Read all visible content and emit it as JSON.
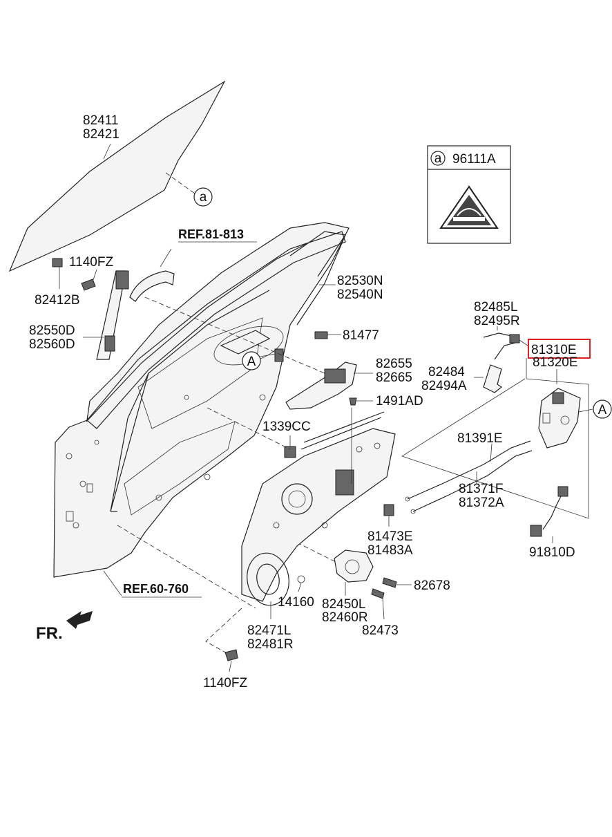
{
  "labels": {
    "glass": [
      "82411",
      "82421"
    ],
    "glass_bolt": "1140FZ",
    "glass_clip": "82412B",
    "channel_rear": [
      "82550D",
      "82560D"
    ],
    "handle_ref": "REF.81-813",
    "weatherstrip": [
      "82530N",
      "82540N"
    ],
    "screw_81477": "81477",
    "handle_base": [
      "82655",
      "82665"
    ],
    "clip_1491": "1491AD",
    "nut_1339": "1339CC",
    "rod_85": [
      "82485L",
      "82495R"
    ],
    "latch": [
      "81310E",
      "81320E"
    ],
    "bracket": [
      "82484",
      "82494A"
    ],
    "cable_front": "81391E",
    "cable_rear": [
      "81371F",
      "81372A"
    ],
    "clip_81473": [
      "81473E",
      "81483A"
    ],
    "wiring": "91810D",
    "bolt_82678": "82678",
    "clip_14160": "14160",
    "motor": [
      "82450L",
      "82460R"
    ],
    "bolt_82473": "82473",
    "regulator": [
      "82471L",
      "82481R"
    ],
    "bolt_bottom": "1140FZ",
    "door_ref": "REF.60-760",
    "front": "FR.",
    "callout_a": "a",
    "callout_A": "A"
  },
  "legend_box": {
    "callout": "a",
    "part": "96111A"
  },
  "highlight_color": "#e02020"
}
